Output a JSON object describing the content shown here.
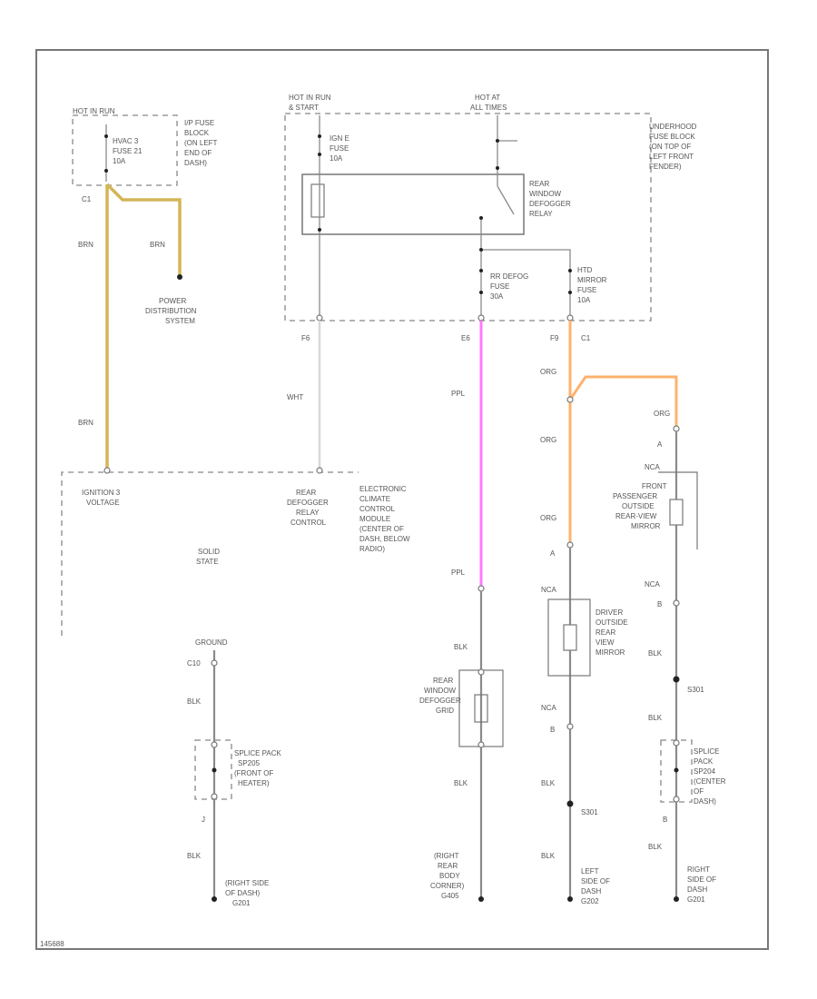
{
  "colors": {
    "yellow_wire": "#d4b556",
    "pink_wire": "#ff78ff",
    "orange_wire": "#ffb26b",
    "gray_wire": "#8a8a8a",
    "white_wire": "#d8d8d8"
  },
  "labels": {
    "hot_run": "HOT IN RUN",
    "ip_fuse_block": [
      "I/P FUSE",
      "BLOCK",
      "(ON LEFT",
      "END OF",
      "DASH)"
    ],
    "hvac_fuse": [
      "HVAC 3",
      "FUSE 21",
      "10A"
    ],
    "c1": "C1",
    "brn": "BRN",
    "power_distribution": [
      "POWER",
      "DISTRIBUTION",
      "SYSTEM"
    ],
    "hot_run_start": [
      "HOT IN RUN",
      "& START"
    ],
    "hot_all_times": [
      "HOT AT",
      "ALL TIMES"
    ],
    "underhood_fuse_block": [
      "UNDERHOOD",
      "FUSE BLOCK",
      "(ON TOP OF",
      "LEFT FRONT",
      "FENDER)"
    ],
    "ign_e_fuse": [
      "IGN E",
      "FUSE",
      "10A"
    ],
    "rear_defog_relay": [
      "REAR",
      "WINDOW",
      "DEFOGGER",
      "RELAY"
    ],
    "rr_defog_fuse": [
      "RR DEFOG",
      "FUSE",
      "30A"
    ],
    "htd_mirror_fuse": [
      "HTD",
      "MIRROR",
      "FUSE",
      "10A"
    ],
    "f6": "F6",
    "e6": "E6",
    "f9": "F9",
    "wht": "WHT",
    "ppl": "PPL",
    "org": "ORG",
    "ignition_voltage": [
      "IGNITION 3",
      "VOLTAGE"
    ],
    "rear_defogger_relay_control": [
      "REAR",
      "DEFOGGER",
      "RELAY",
      "CONTROL"
    ],
    "eccm": [
      "ELECTRONIC",
      "CLIMATE",
      "CONTROL",
      "MODULE",
      "(CENTER OF",
      "DASH, BELOW",
      "RADIO)"
    ],
    "solid_state": [
      "SOLID",
      "STATE"
    ],
    "pin_a": "A",
    "pin_b": "B",
    "nca": "NCA",
    "front_passenger_mirror": [
      "FRONT",
      "PASSENGER",
      "OUTSIDE",
      "REAR-VIEW",
      "MIRROR"
    ],
    "driver_mirror": [
      "DRIVER",
      "OUTSIDE",
      "REAR",
      "VIEW",
      "MIRROR"
    ],
    "ground": "GROUND",
    "c10": "C10",
    "blk": "BLK",
    "rear_window_defogger_grid": [
      "REAR",
      "WINDOW",
      "DEFOGGER",
      "GRID"
    ],
    "splice_left": [
      "SPLICE PACK",
      "SP205",
      "(FRONT OF",
      "HEATER)"
    ],
    "splice_right": [
      "SPLICE",
      "PACK",
      "SP204",
      "(CENTER",
      "OF",
      "DASH)"
    ],
    "pin_j": "J",
    "pin_b_lower": "B",
    "s301": "S301",
    "ground_right_dash_left": [
      "(RIGHT SIDE",
      "OF DASH)",
      "G201"
    ],
    "ground_rear": [
      "(RIGHT",
      "REAR",
      "BODY",
      "CORNER)",
      "G405"
    ],
    "ground_left_dash": [
      "LEFT",
      "SIDE OF",
      "DASH",
      "G202"
    ],
    "ground_right_dash": [
      "RIGHT",
      "SIDE OF",
      "DASH",
      "G201"
    ],
    "figure_id": "145688"
  }
}
